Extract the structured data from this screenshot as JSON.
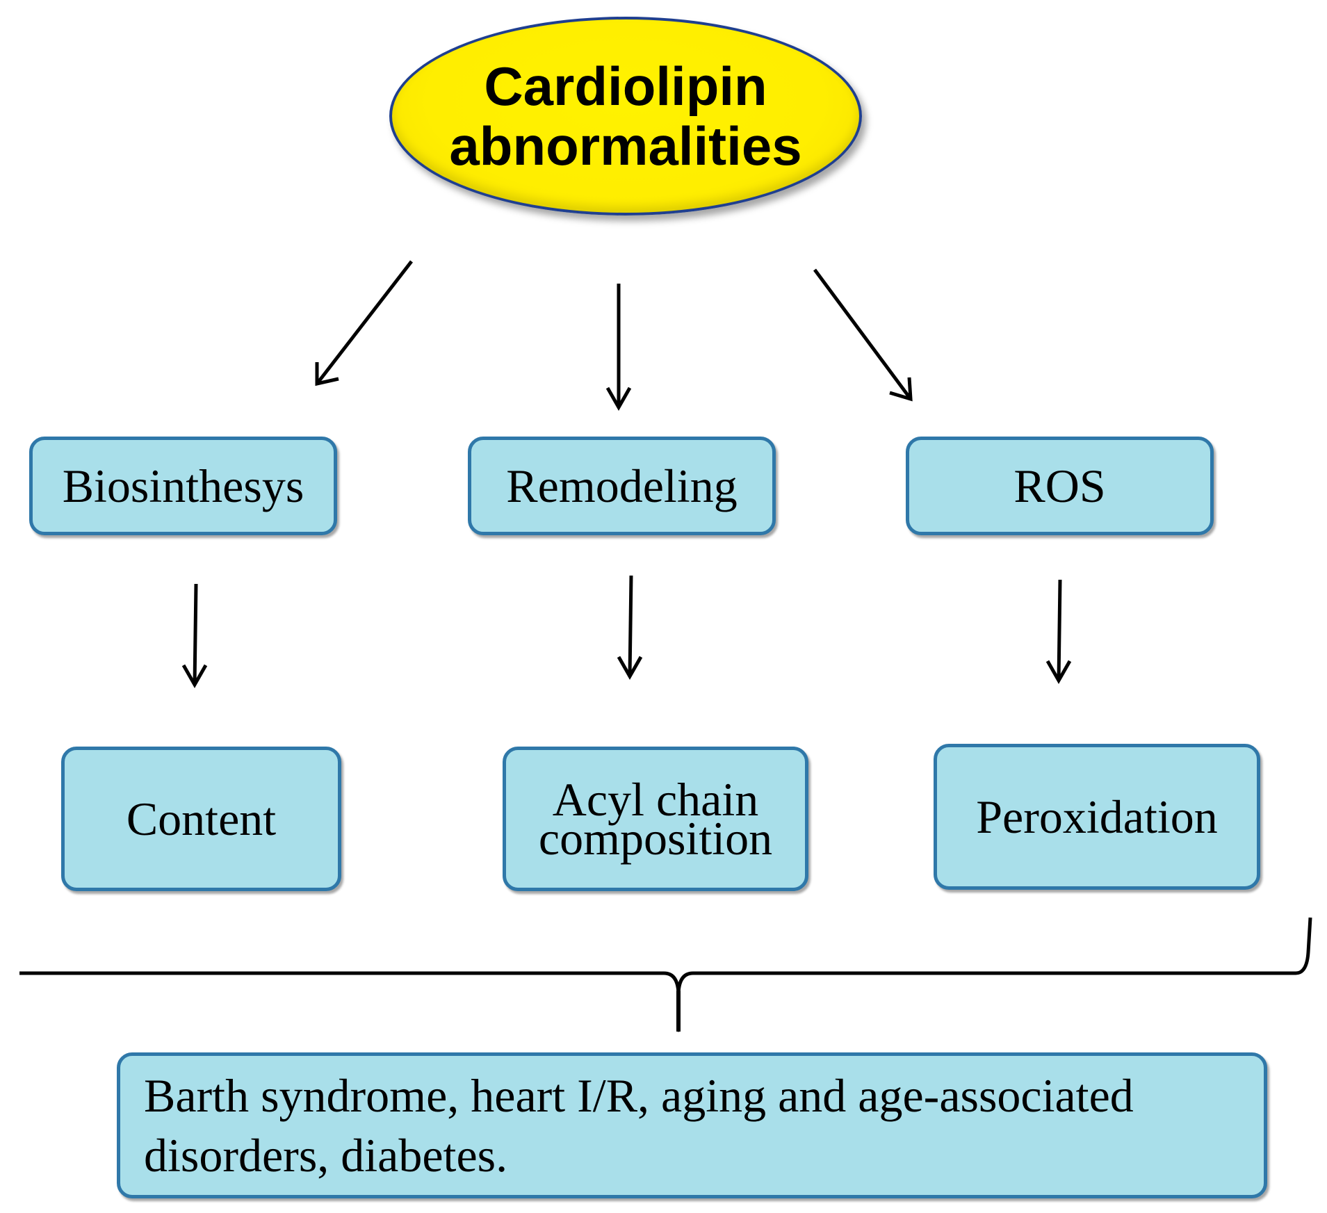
{
  "root": {
    "label_line1": "Cardiolipin",
    "label_line2": "abnormalities"
  },
  "level1": [
    {
      "label": "Biosinthesys"
    },
    {
      "label": "Remodeling"
    },
    {
      "label": "ROS"
    }
  ],
  "level2": [
    {
      "label": "Content"
    },
    {
      "label_line1": "Acyl chain",
      "label_line2": "composition"
    },
    {
      "label": "Peroxidation"
    }
  ],
  "outcome": {
    "line1": "Barth syndrome, heart I/R, aging and age-associated",
    "line2": "disorders, diabetes."
  },
  "colors": {
    "root_fill": "#ffee00",
    "root_border": "#1f3f8f",
    "box_fill": "#a9dfea",
    "box_border": "#2f78a9",
    "arrow": "#000000"
  }
}
